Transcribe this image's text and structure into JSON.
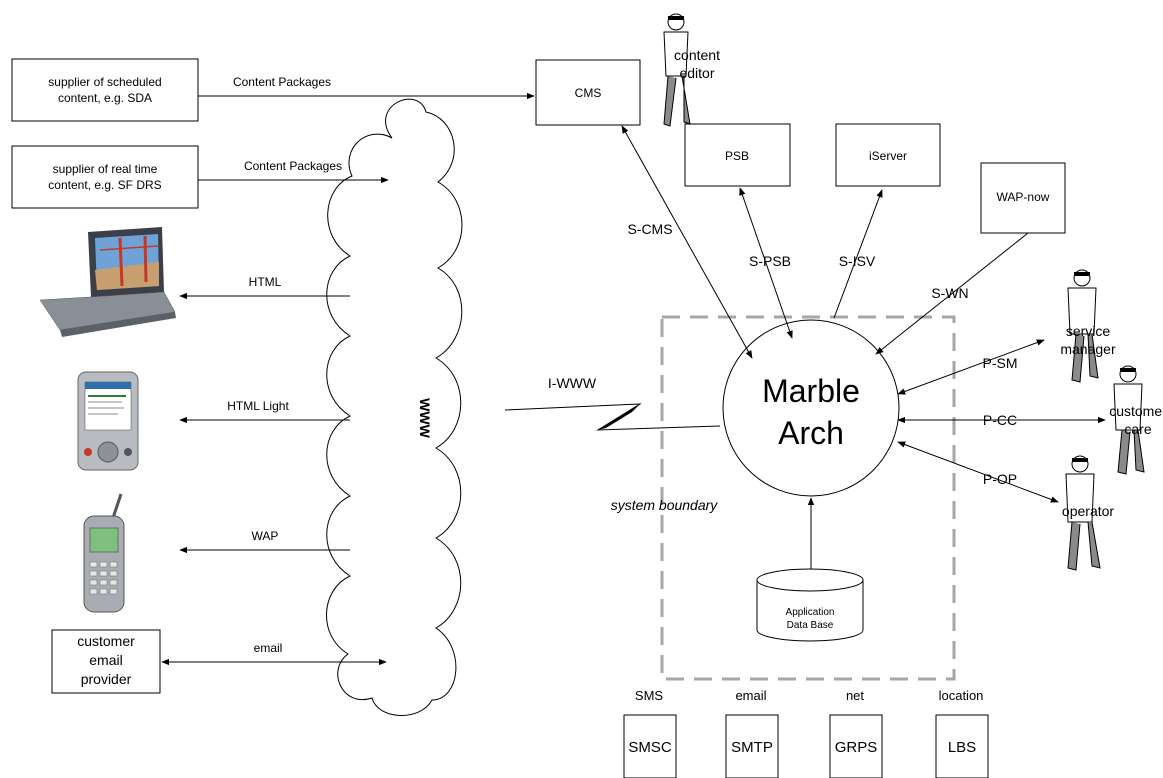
{
  "suppliers": {
    "scheduled": {
      "line1": "supplier of scheduled",
      "line2": "content, e.g. SDA"
    },
    "realtime": {
      "line1": "supplier of real time",
      "line2": "content, e.g. SF DRS"
    },
    "email_provider": {
      "line1": "customer",
      "line2": "email",
      "line3": "provider"
    }
  },
  "flows": {
    "content_packages_1": "Content Packages",
    "content_packages_2": "Content Packages",
    "html": "HTML",
    "html_light": "HTML Light",
    "wap": "WAP",
    "email": "email",
    "i_www": "I-WWW"
  },
  "cloud_label": "WWW",
  "center": {
    "line1": "Marble",
    "line2": "Arch"
  },
  "boundary_label": "system boundary",
  "database": {
    "line1": "Application",
    "line2": "Data Base"
  },
  "services": {
    "cms": "CMS",
    "psb": "PSB",
    "iserver": "iServer",
    "wapnow": "WAP-now"
  },
  "interfaces": {
    "s_cms": "S-CMS",
    "s_psb": "S-PSB",
    "s_isv": "S-ISV",
    "s_wn": "S-WN",
    "p_sm": "P-SM",
    "p_cc": "P-CC",
    "p_op": "P-OP"
  },
  "actors": {
    "content_editor": {
      "line1": "content",
      "line2": "editor"
    },
    "service_manager": {
      "line1": "service",
      "line2": "manager"
    },
    "customer_care": {
      "line1": "customer",
      "line2": "care"
    },
    "operator": "operator"
  },
  "gateways": [
    {
      "caption": "SMS",
      "label": "SMSC"
    },
    {
      "caption": "email",
      "label": "SMTP"
    },
    {
      "caption": "net",
      "label": "GRPS"
    },
    {
      "caption": "location",
      "label": "LBS"
    }
  ],
  "colors": {
    "boundary": "#a6a6a6",
    "device_body": "#9aa0a8",
    "screen": "#2f6fb0"
  }
}
